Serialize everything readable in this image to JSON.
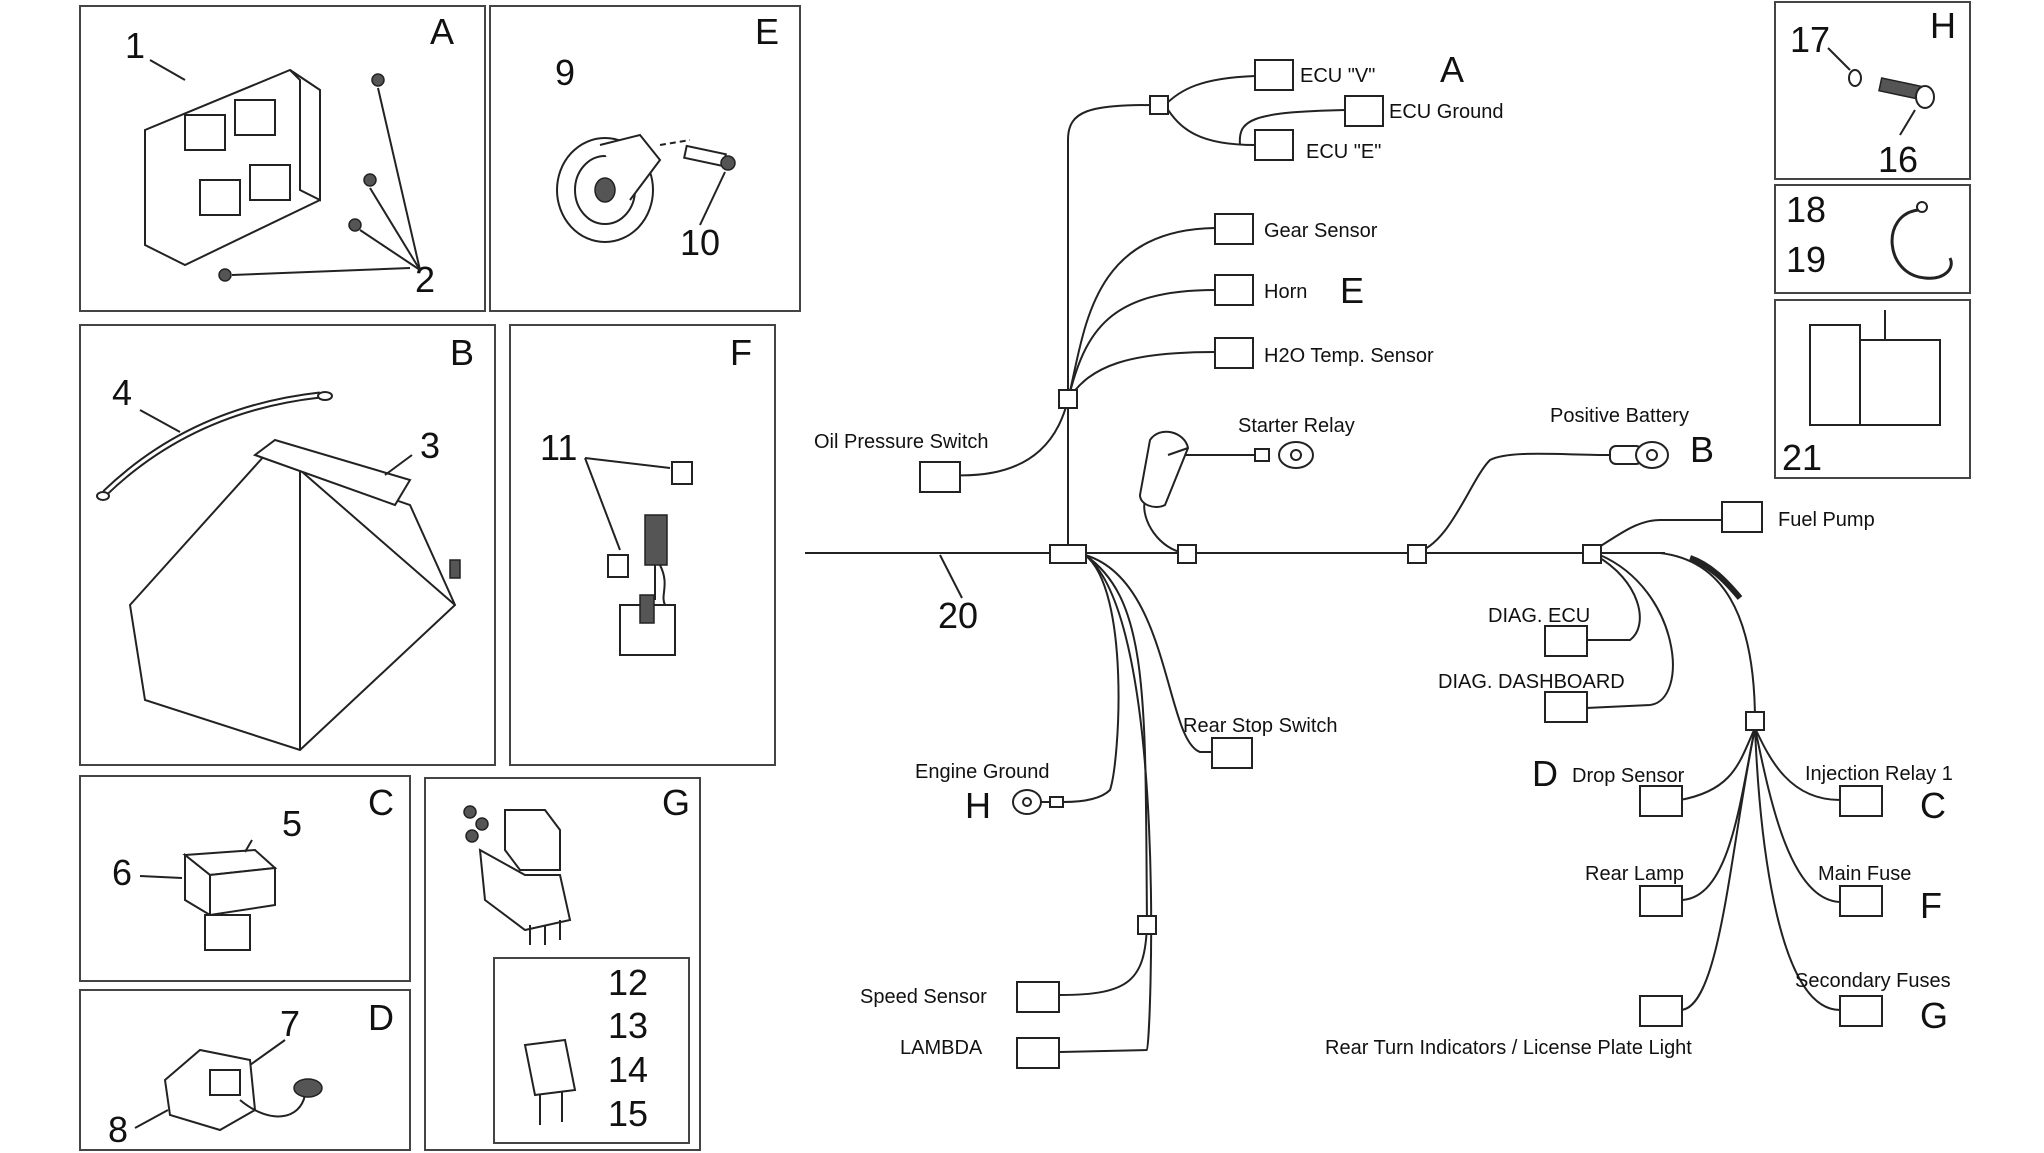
{
  "panels": {
    "A": {
      "letter": "A",
      "numbers": [
        "1",
        "2"
      ]
    },
    "B": {
      "letter": "B",
      "numbers": [
        "4",
        "3"
      ]
    },
    "C": {
      "letter": "C",
      "numbers": [
        "5",
        "6"
      ]
    },
    "D": {
      "letter": "D",
      "numbers": [
        "7",
        "8"
      ]
    },
    "E": {
      "letter": "E",
      "numbers": [
        "9",
        "10"
      ]
    },
    "F": {
      "letter": "F",
      "numbers": [
        "11"
      ]
    },
    "G": {
      "letter": "G",
      "numbers": [
        "12",
        "13",
        "14",
        "15"
      ]
    },
    "H": {
      "letter": "H",
      "numbers": [
        "17",
        "16"
      ]
    },
    "p18": {
      "numbers": [
        "18",
        "19"
      ]
    },
    "p21": {
      "numbers": [
        "21"
      ]
    }
  },
  "harness": {
    "number": "20",
    "labels": {
      "ecu_v": "ECU \"V\"",
      "ecu_ground": "ECU Ground",
      "ecu_e": "ECU \"E\"",
      "gear_sensor": "Gear Sensor",
      "horn": "Horn",
      "h2o_sensor": "H2O Temp. Sensor",
      "oil_pressure": "Oil Pressure Switch",
      "starter_relay": "Starter Relay",
      "positive_battery": "Positive Battery",
      "fuel_pump": "Fuel Pump",
      "diag_ecu": "DIAG. ECU",
      "diag_dashboard": "DIAG. DASHBOARD",
      "rear_stop": "Rear Stop Switch",
      "engine_ground": "Engine Ground",
      "drop_sensor": "Drop Sensor",
      "injection_relay": "Injection Relay 1",
      "rear_lamp": "Rear Lamp",
      "main_fuse": "Main Fuse",
      "secondary_fuses": "Secondary Fuses",
      "rear_turn": "Rear Turn Indicators / License Plate Light",
      "speed_sensor": "Speed Sensor",
      "lambda": "LAMBDA"
    },
    "refs": {
      "ecu": "A",
      "horn": "E",
      "battery": "B",
      "drop": "D",
      "engine_ground": "H",
      "injection": "C",
      "main_fuse": "F",
      "secondary": "G"
    }
  }
}
